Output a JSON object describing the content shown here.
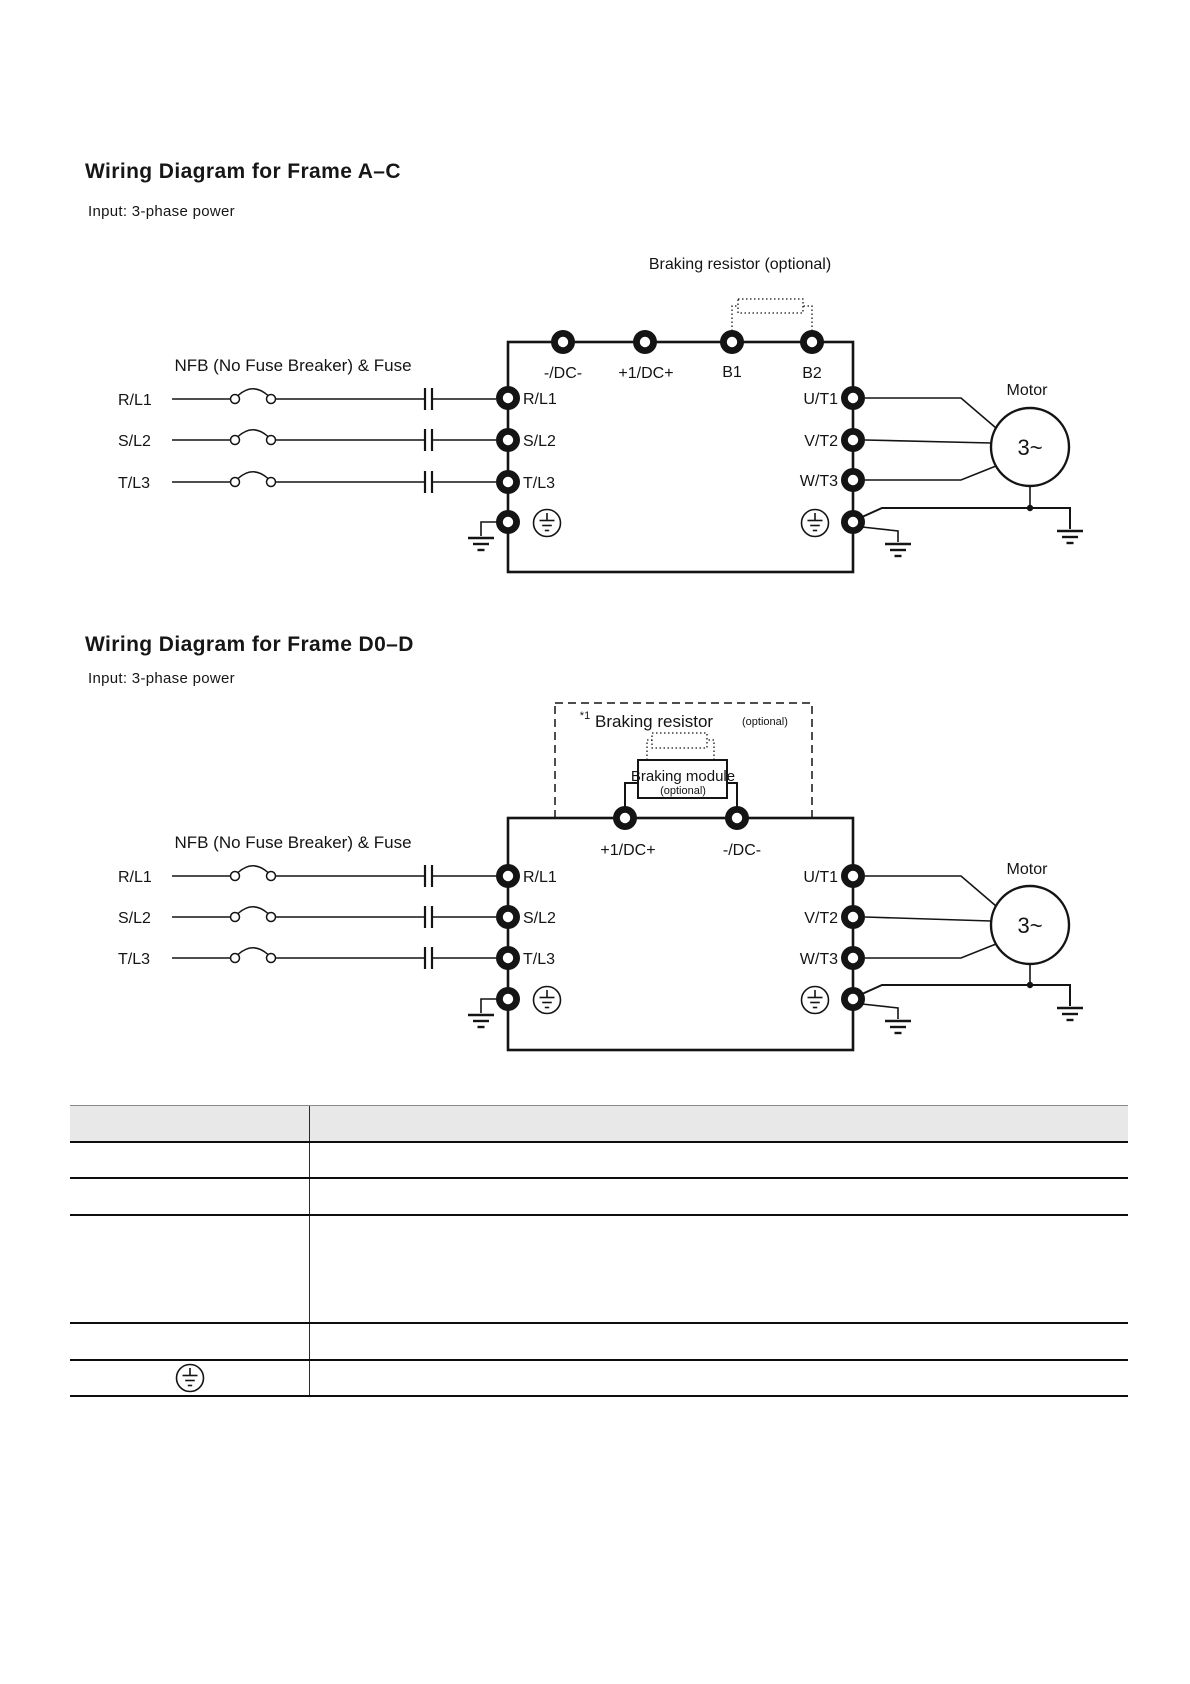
{
  "sections": [
    {
      "title": "Wiring Diagram for Frame A–C",
      "subtitle": "Input: 3-phase power"
    },
    {
      "title": "Wiring Diagram for Frame D0–D",
      "subtitle": "Input: 3-phase power"
    }
  ],
  "diagram1": {
    "braking_resistor_label": "Braking resistor (optional)",
    "nfb_label": "NFB (No Fuse Breaker) & Fuse",
    "terminals": {
      "dc_minus": "-/DC-",
      "dc_plus": "+1/DC+",
      "b1": "B1",
      "b2": "B2",
      "r": "R/L1",
      "s": "S/L2",
      "t": "T/L3",
      "u": "U/T1",
      "v": "V/T2",
      "w": "W/T3"
    },
    "motor_label": "Motor",
    "motor_phase": "3~"
  },
  "diagram2": {
    "footnote_mark": "*1",
    "braking_resistor_label": "Braking resistor",
    "braking_resistor_note": "(optional)",
    "braking_module_label": "Braking module",
    "braking_module_note": "(optional)",
    "nfb_label": "NFB (No Fuse Breaker) & Fuse",
    "terminals": {
      "dc_plus": "+1/DC+",
      "dc_minus": "-/DC-",
      "r": "R/L1",
      "s": "S/L2",
      "t": "T/L3",
      "u": "U/T1",
      "v": "V/T2",
      "w": "W/T3"
    },
    "motor_label": "Motor",
    "motor_phase": "3~"
  },
  "icons": {
    "terminal": "terminal-ring-icon",
    "protective_earth": "protective-earth-icon",
    "earth_ground": "earth-ground-icon",
    "breaker": "no-fuse-breaker-icon",
    "fuse": "fuse-icon",
    "motor": "three-phase-motor-icon"
  },
  "colors": {
    "ink": "#141414",
    "table_header_bg": "#e8e8e8",
    "paper": "#ffffff"
  },
  "table": {
    "columns": 2,
    "header": {
      "col1": "",
      "col2": ""
    },
    "rows": [
      {
        "col1": "",
        "col2": ""
      },
      {
        "col1": "",
        "col2": ""
      },
      {
        "col1": "",
        "col2": ""
      },
      {
        "col1": "",
        "col2": ""
      },
      {
        "col1_icon": "protective-earth-icon",
        "col1": "",
        "col2": ""
      }
    ]
  }
}
